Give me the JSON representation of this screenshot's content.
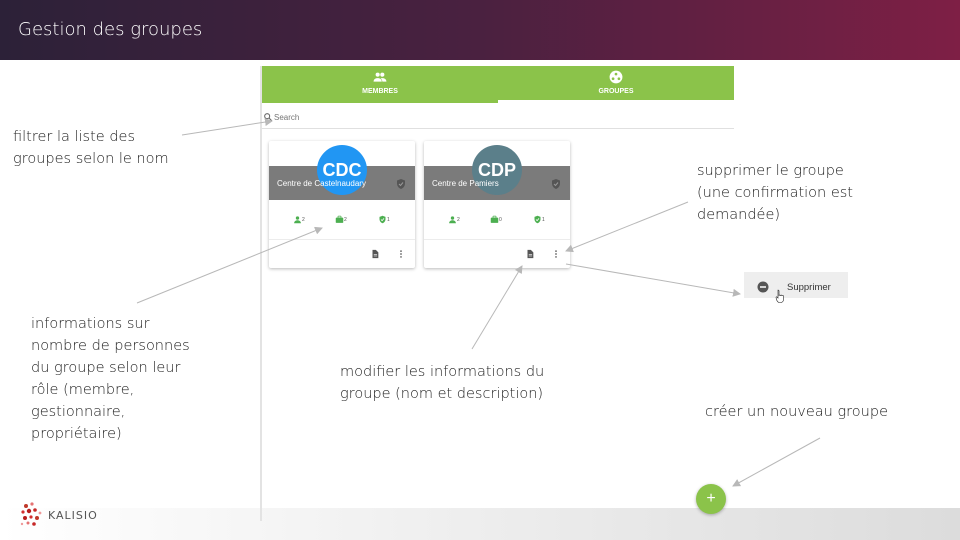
{
  "header": {
    "title": "Gestion des groupes"
  },
  "brand": {
    "name": "KALISIO"
  },
  "tabs": [
    {
      "label": "MEMBRES",
      "icon": "people-icon",
      "active": false
    },
    {
      "label": "GROUPES",
      "icon": "groups-icon",
      "active": true
    }
  ],
  "search": {
    "placeholder": "Search"
  },
  "cards": [
    {
      "initials": "CDC",
      "name": "Centre de Castelnaudary",
      "avatar_color": "#2196f3",
      "members": "2",
      "managers": "2",
      "owners": "1"
    },
    {
      "initials": "CDP",
      "name": "Centre de Pamiers",
      "avatar_color": "#5b7f8a",
      "members": "2",
      "managers": "0",
      "owners": "1"
    }
  ],
  "menu_popup": {
    "label": "Supprimer"
  },
  "fab": {
    "label": "+"
  },
  "callouts": {
    "filter": [
      "filtrer la liste des",
      "groupes selon le nom"
    ],
    "delete": [
      "supprimer le groupe",
      "(une confirmation est",
      "demandée)"
    ],
    "info": [
      "informations sur",
      "nombre de personnes",
      "du groupe selon leur",
      "rôle (membre,",
      "gestionnaire,",
      "propriétaire)"
    ],
    "edit": [
      "modifier les informations du",
      "groupe (nom et description)"
    ],
    "create": [
      "créer un nouveau groupe"
    ]
  },
  "colors": {
    "accent": "#8bc34a",
    "banner": "#7b7b7b",
    "header_start": "#2c2138",
    "header_end": "#7e1f45"
  }
}
